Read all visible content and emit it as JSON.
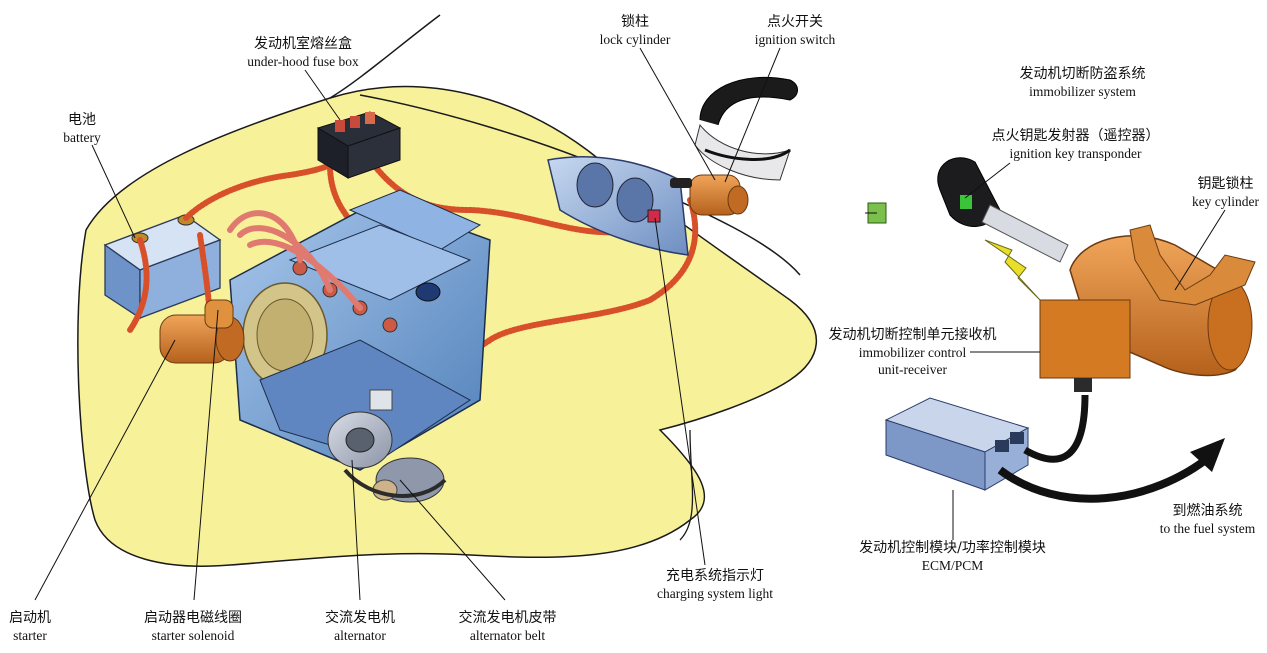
{
  "labels": {
    "battery": {
      "zh": "电池",
      "en": "battery"
    },
    "fuse_box": {
      "zh": "发动机室熔丝盒",
      "en": "under-hood fuse box"
    },
    "lock_cylinder": {
      "zh": "锁柱",
      "en": "lock cylinder"
    },
    "ignition_switch": {
      "zh": "点火开关",
      "en": "ignition switch"
    },
    "immobilizer_system": {
      "zh": "发动机切断防盗系统",
      "en": "immobilizer system"
    },
    "key_transponder": {
      "zh": "点火钥匙发射器（遥控器）",
      "en": "ignition key transponder"
    },
    "key_cylinder": {
      "zh": "钥匙锁柱",
      "en": "key cylinder"
    },
    "immobilizer_control": {
      "zh": "发动机切断控制单元接收机",
      "en1": "immobilizer control",
      "en2": "unit-receiver"
    },
    "fuel_system": {
      "zh": "到燃油系统",
      "en": "to the fuel system"
    },
    "ecm_pcm": {
      "zh": "发动机控制模块/功率控制模块",
      "en": "ECM/PCM"
    },
    "charging_light": {
      "zh": "充电系统指示灯",
      "en": "charging system light"
    },
    "starter": {
      "zh": "启动机",
      "en": "starter"
    },
    "starter_solenoid": {
      "zh": "启动器电磁线圈",
      "en": "starter solenoid"
    },
    "alternator": {
      "zh": "交流发电机",
      "en": "alternator"
    },
    "alternator_belt": {
      "zh": "交流发电机皮带",
      "en": "alternator belt"
    }
  },
  "colors": {
    "hood_fill": "#f7f199",
    "engine_blue": "#6e9bd0",
    "wire_red": "#d8502a",
    "copper": "#d9812e",
    "dark": "#222222"
  }
}
